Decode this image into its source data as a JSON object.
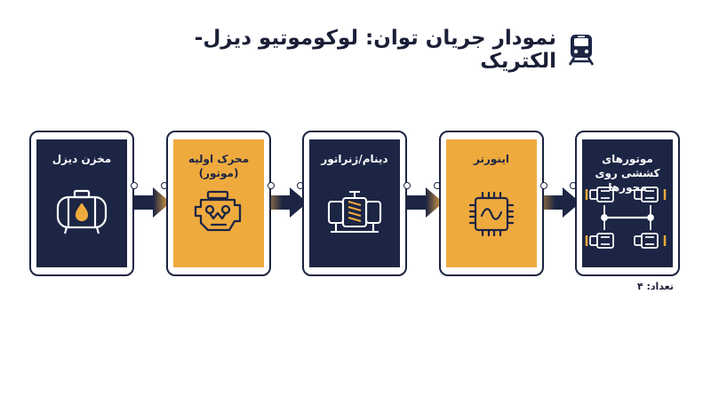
{
  "title": "نمودار جریان توان: لوکوموتیو دیزل-الکتریک",
  "title_icon": "train-icon",
  "colors": {
    "navy": "#1c2544",
    "gold": "#efaa3e"
  },
  "stages": [
    {
      "label": "مخزن دیزل",
      "icon": "fuel-tank-icon"
    },
    {
      "label": "محرک اولیه (موتور)",
      "icon": "engine-icon"
    },
    {
      "label": "دینام/ژنراتور",
      "icon": "generator-icon"
    },
    {
      "label": "اینورتر",
      "icon": "inverter-chip-icon"
    },
    {
      "label": "موتورهای کششی روی محورها",
      "icon": "traction-motors-icon"
    }
  ],
  "traction_count": "تعداد: ۴"
}
